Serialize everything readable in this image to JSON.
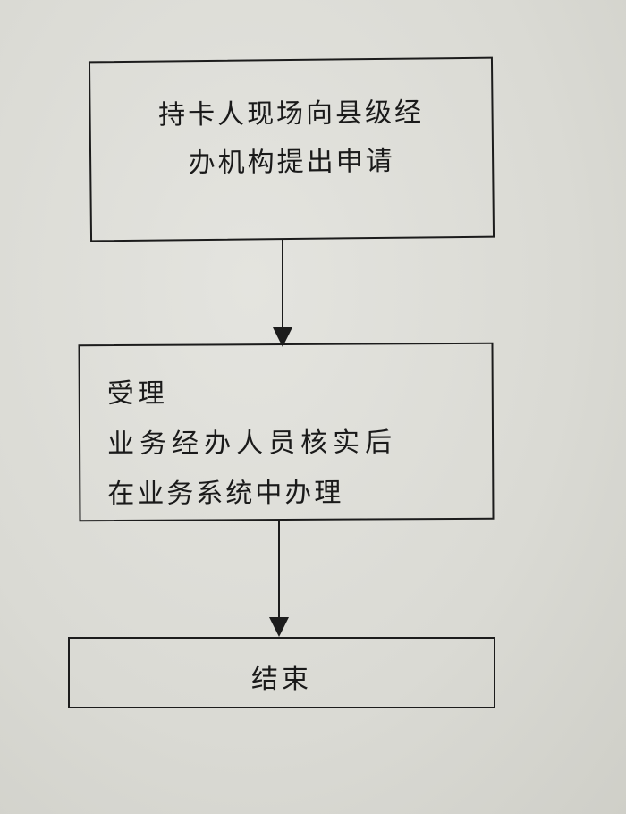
{
  "flowchart": {
    "steps": [
      {
        "line1": "持卡人现场向县级经",
        "line2": "办机构提出申请"
      },
      {
        "line1": "受理",
        "line2": "业务经办人员核实后",
        "line3": "在业务系统中办理"
      },
      {
        "line1": "结束"
      }
    ]
  }
}
